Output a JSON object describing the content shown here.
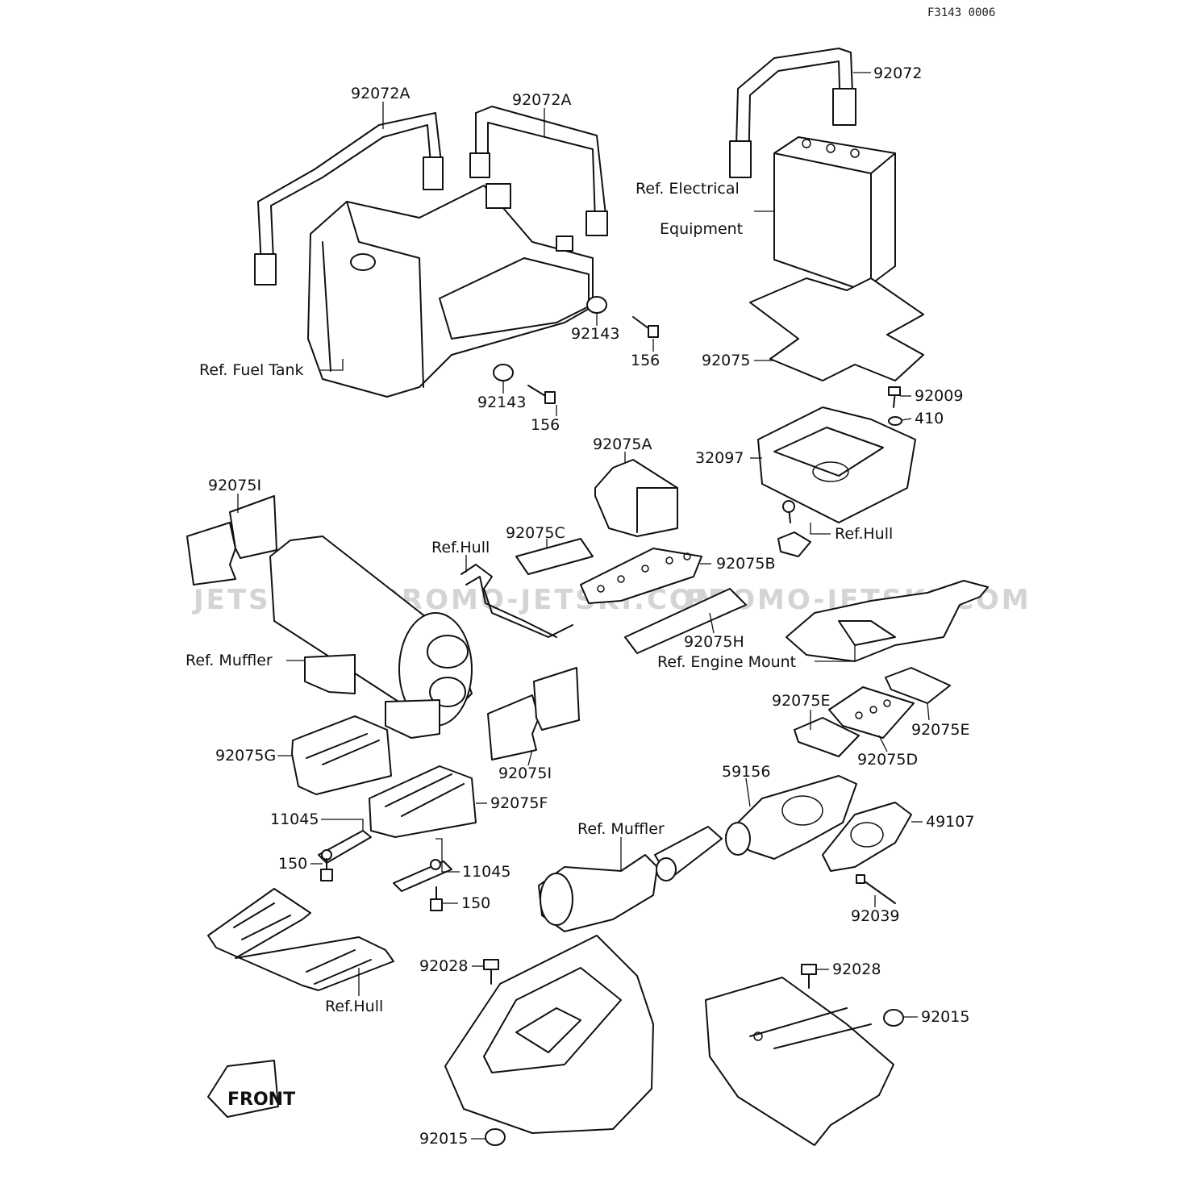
{
  "diagram_code": "F3143 0006",
  "watermarks": [
    "JETSKI.COM",
    "PROMO-JETSKI.COM",
    "PROMO-JETSKI.COM"
  ],
  "front_label": "FRONT",
  "labels": {
    "p92072A_left": "92072A",
    "p92072A_right": "92072A",
    "p92072": "92072",
    "ref_electrical": "Ref. Electrical",
    "ref_electrical_2": "Equipment",
    "p92143_a": "92143",
    "p156_a": "156",
    "p92075": "92075",
    "ref_fuel_tank": "Ref. Fuel Tank",
    "p92143_b": "92143",
    "p156_b": "156",
    "p92009": "92009",
    "p410": "410",
    "p92075A": "92075A",
    "p32097": "32097",
    "p92075I_top": "92075I",
    "ref_hull_box": "Ref.Hull",
    "p92075C": "92075C",
    "ref_hull_bracket": "Ref.Hull",
    "p92075B": "92075B",
    "p92075H": "92075H",
    "ref_engine_mount": "Ref. Engine Mount",
    "ref_muffler_top": "Ref. Muffler",
    "p92075E_left": "92075E",
    "p92075E_right": "92075E",
    "p92075D": "92075D",
    "p92075G": "92075G",
    "p92075I_bottom": "92075I",
    "p59156": "59156",
    "p92075F": "92075F",
    "p11045_a": "11045",
    "ref_muffler_bottom": "Ref. Muffler",
    "p49107": "49107",
    "p150_a": "150",
    "p11045_b": "11045",
    "p150_b": "150",
    "p92039": "92039",
    "p92028_left": "92028",
    "p92028_right": "92028",
    "p92015_right": "92015",
    "ref_hull_base": "Ref.Hull",
    "p92015_bottom": "92015"
  }
}
